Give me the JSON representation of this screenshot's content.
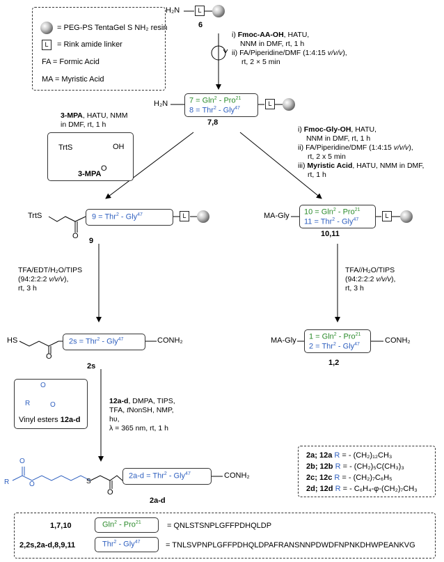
{
  "top": {
    "start_nh2": "H₂N",
    "linker_letter": "L",
    "compound_6": "6"
  },
  "legend": {
    "resin_text": "= PEG-PS TentaGel S NH₂ resin",
    "linker_letter": "L",
    "linker_text": "= Rink amide linker",
    "fa_text": "FA = Formic Acid",
    "ma_text": "MA = Myristic Acid"
  },
  "step1": {
    "line1_prefix": "i) ",
    "line1_bold": "Fmoc-AA-OH",
    "line1_suffix": ", HATU,",
    "line2": "NNM in DMF, rt, 1 h",
    "line3_prefix": "ii) FA/Piperidine/DMF (1:4:15 ",
    "line3_italic": "v/v/v",
    "line3_suffix": "),",
    "line4": "rt, 2 × 5 min"
  },
  "compounds_78": {
    "nh2": "H₂N",
    "seq7_prefix": "7 = Gln",
    "seq7_sup1": "2",
    "seq7_mid": " - Pro",
    "seq7_sup2": "21",
    "seq8_prefix": "8 = Thr",
    "seq8_sup1": "2",
    "seq8_mid": " - Gly",
    "seq8_sup2": "47",
    "linker_letter": "L",
    "label": "7,8"
  },
  "left_reagent": {
    "line1_bold": "3-MPA",
    "line1_suffix": ", HATU, NMM",
    "line2": "in DMF, rt, 1 h",
    "struct_trts": "TrtS",
    "struct_oh": "OH",
    "struct_o": "O",
    "struct_label": "3-MPA"
  },
  "right_reagent": {
    "line1_prefix": "i) ",
    "line1_bold": "Fmoc-Gly-OH",
    "line1_suffix": ", HATU,",
    "line2": "NNM in DMF, rt, 1 h",
    "line3_prefix": "ii) FA/Piperidine/DMF (1:4:15 ",
    "line3_italic": "v/v/v",
    "line3_suffix": "),",
    "line4": "rt, 2 x 5 min",
    "line5_prefix": "iii) ",
    "line5_bold": "Myristic Acid",
    "line5_suffix": ", HATU, NMM in DMF,",
    "line6": "rt, 1 h"
  },
  "compound_9": {
    "trts": "TrtS",
    "o": "O",
    "seq_prefix": "9 = Thr",
    "seq_sup1": "2",
    "seq_mid": " - Gly",
    "seq_sup2": "47",
    "linker_letter": "L",
    "label": "9"
  },
  "compounds_1011": {
    "ma_gly": "MA-Gly",
    "seq10_prefix": "10 = Gln",
    "seq10_sup1": "2",
    "seq10_mid": " - Pro",
    "seq10_sup2": "21",
    "seq11_prefix": "11 = Thr",
    "seq11_sup1": "2",
    "seq11_mid": " - Gly",
    "seq11_sup2": "47",
    "linker_letter": "L",
    "label": "10,11"
  },
  "cleave_left": {
    "line1": "TFA/EDT/H₂O/TIPS",
    "line2_prefix": "(94:2:2:2  ",
    "line2_italic": "v/v/v",
    "line2_suffix": "),",
    "line3": "rt, 3 h"
  },
  "cleave_right": {
    "line1": "TFA//H₂O/TIPS",
    "line2_prefix": "(94:2:2:2 ",
    "line2_italic": "v/v/v",
    "line2_suffix": "),",
    "line3": "rt, 3 h"
  },
  "compound_2s": {
    "hs": "HS",
    "o": "O",
    "seq_prefix": "2s = Thr",
    "seq_sup1": "2",
    "seq_mid": " - Gly",
    "seq_sup2": "47",
    "conh2": "CONH₂",
    "label": "2s"
  },
  "compounds_12": {
    "ma_gly": "MA-Gly",
    "seq1_prefix": "1 = Gln",
    "seq1_sup1": "2",
    "seq1_mid": " - Pro",
    "seq1_sup2": "21",
    "seq2_prefix": "2 = Thr",
    "seq2_sup1": "2",
    "seq2_mid": " - Gly",
    "seq2_sup2": "47",
    "conh2": "CONH₂",
    "label": "1,2"
  },
  "vinyl_box": {
    "r": "R",
    "o1": "O",
    "o2": "O",
    "caption_prefix": "Vinyl esters ",
    "caption_bold": "12a-d"
  },
  "thiolene": {
    "line1_bold": "12a-d",
    "line1_suffix": ", DMPA, TIPS,",
    "line2_prefix": "TFA, ",
    "line2_italic": "t",
    "line2_suffix": "NonSH, NMP,",
    "line3": "hυ,",
    "line4": "λ = 365 nm, rt, 1 h"
  },
  "compound_2ad": {
    "r": "R",
    "o1": "O",
    "o2": "O",
    "s": "S",
    "o3": "O",
    "seq_prefix": "2a-d = Thr",
    "seq_sup1": "2",
    "seq_mid": " - Gly",
    "seq_sup2": "47",
    "conh2": "CONH₂",
    "label": "2a-d"
  },
  "r_groups": [
    {
      "bold": "2a; 12a",
      "r": "R",
      "text": " = - (CH₂)₁₂CH₃"
    },
    {
      "bold": "2b; 12b",
      "r": "R",
      "text": " = - (CH₂)₅C(CH₃)₃"
    },
    {
      "bold": "2c; 12c",
      "r": "R",
      "text": " = - (CH₂)₇C₆H₅"
    },
    {
      "bold": "2d; 12d",
      "r": "R",
      "text": " = - C₆H₄-φ-(CH₂)₇CH₃"
    }
  ],
  "sequences": [
    {
      "label": "1,7,10",
      "frag_prefix": "Gln",
      "frag_sup1": "2",
      "frag_mid": " - Pro",
      "frag_sup2": "21",
      "seq": "=  QNLSTSNPLGFFPDHQLDP"
    },
    {
      "label": "2,2s,2a-d,8,9,11",
      "frag_prefix": "Thr",
      "frag_sup1": "2",
      "frag_mid": " - Gly",
      "frag_sup2": "47",
      "seq": "= TNLSVPNPLGFFPDHQLDPAFRANSNNPDWDFNPNKDHWPEANKVG"
    }
  ],
  "colors": {
    "green": "#2a8a2a",
    "blue": "#2e5fbf",
    "ink": "#000000"
  }
}
